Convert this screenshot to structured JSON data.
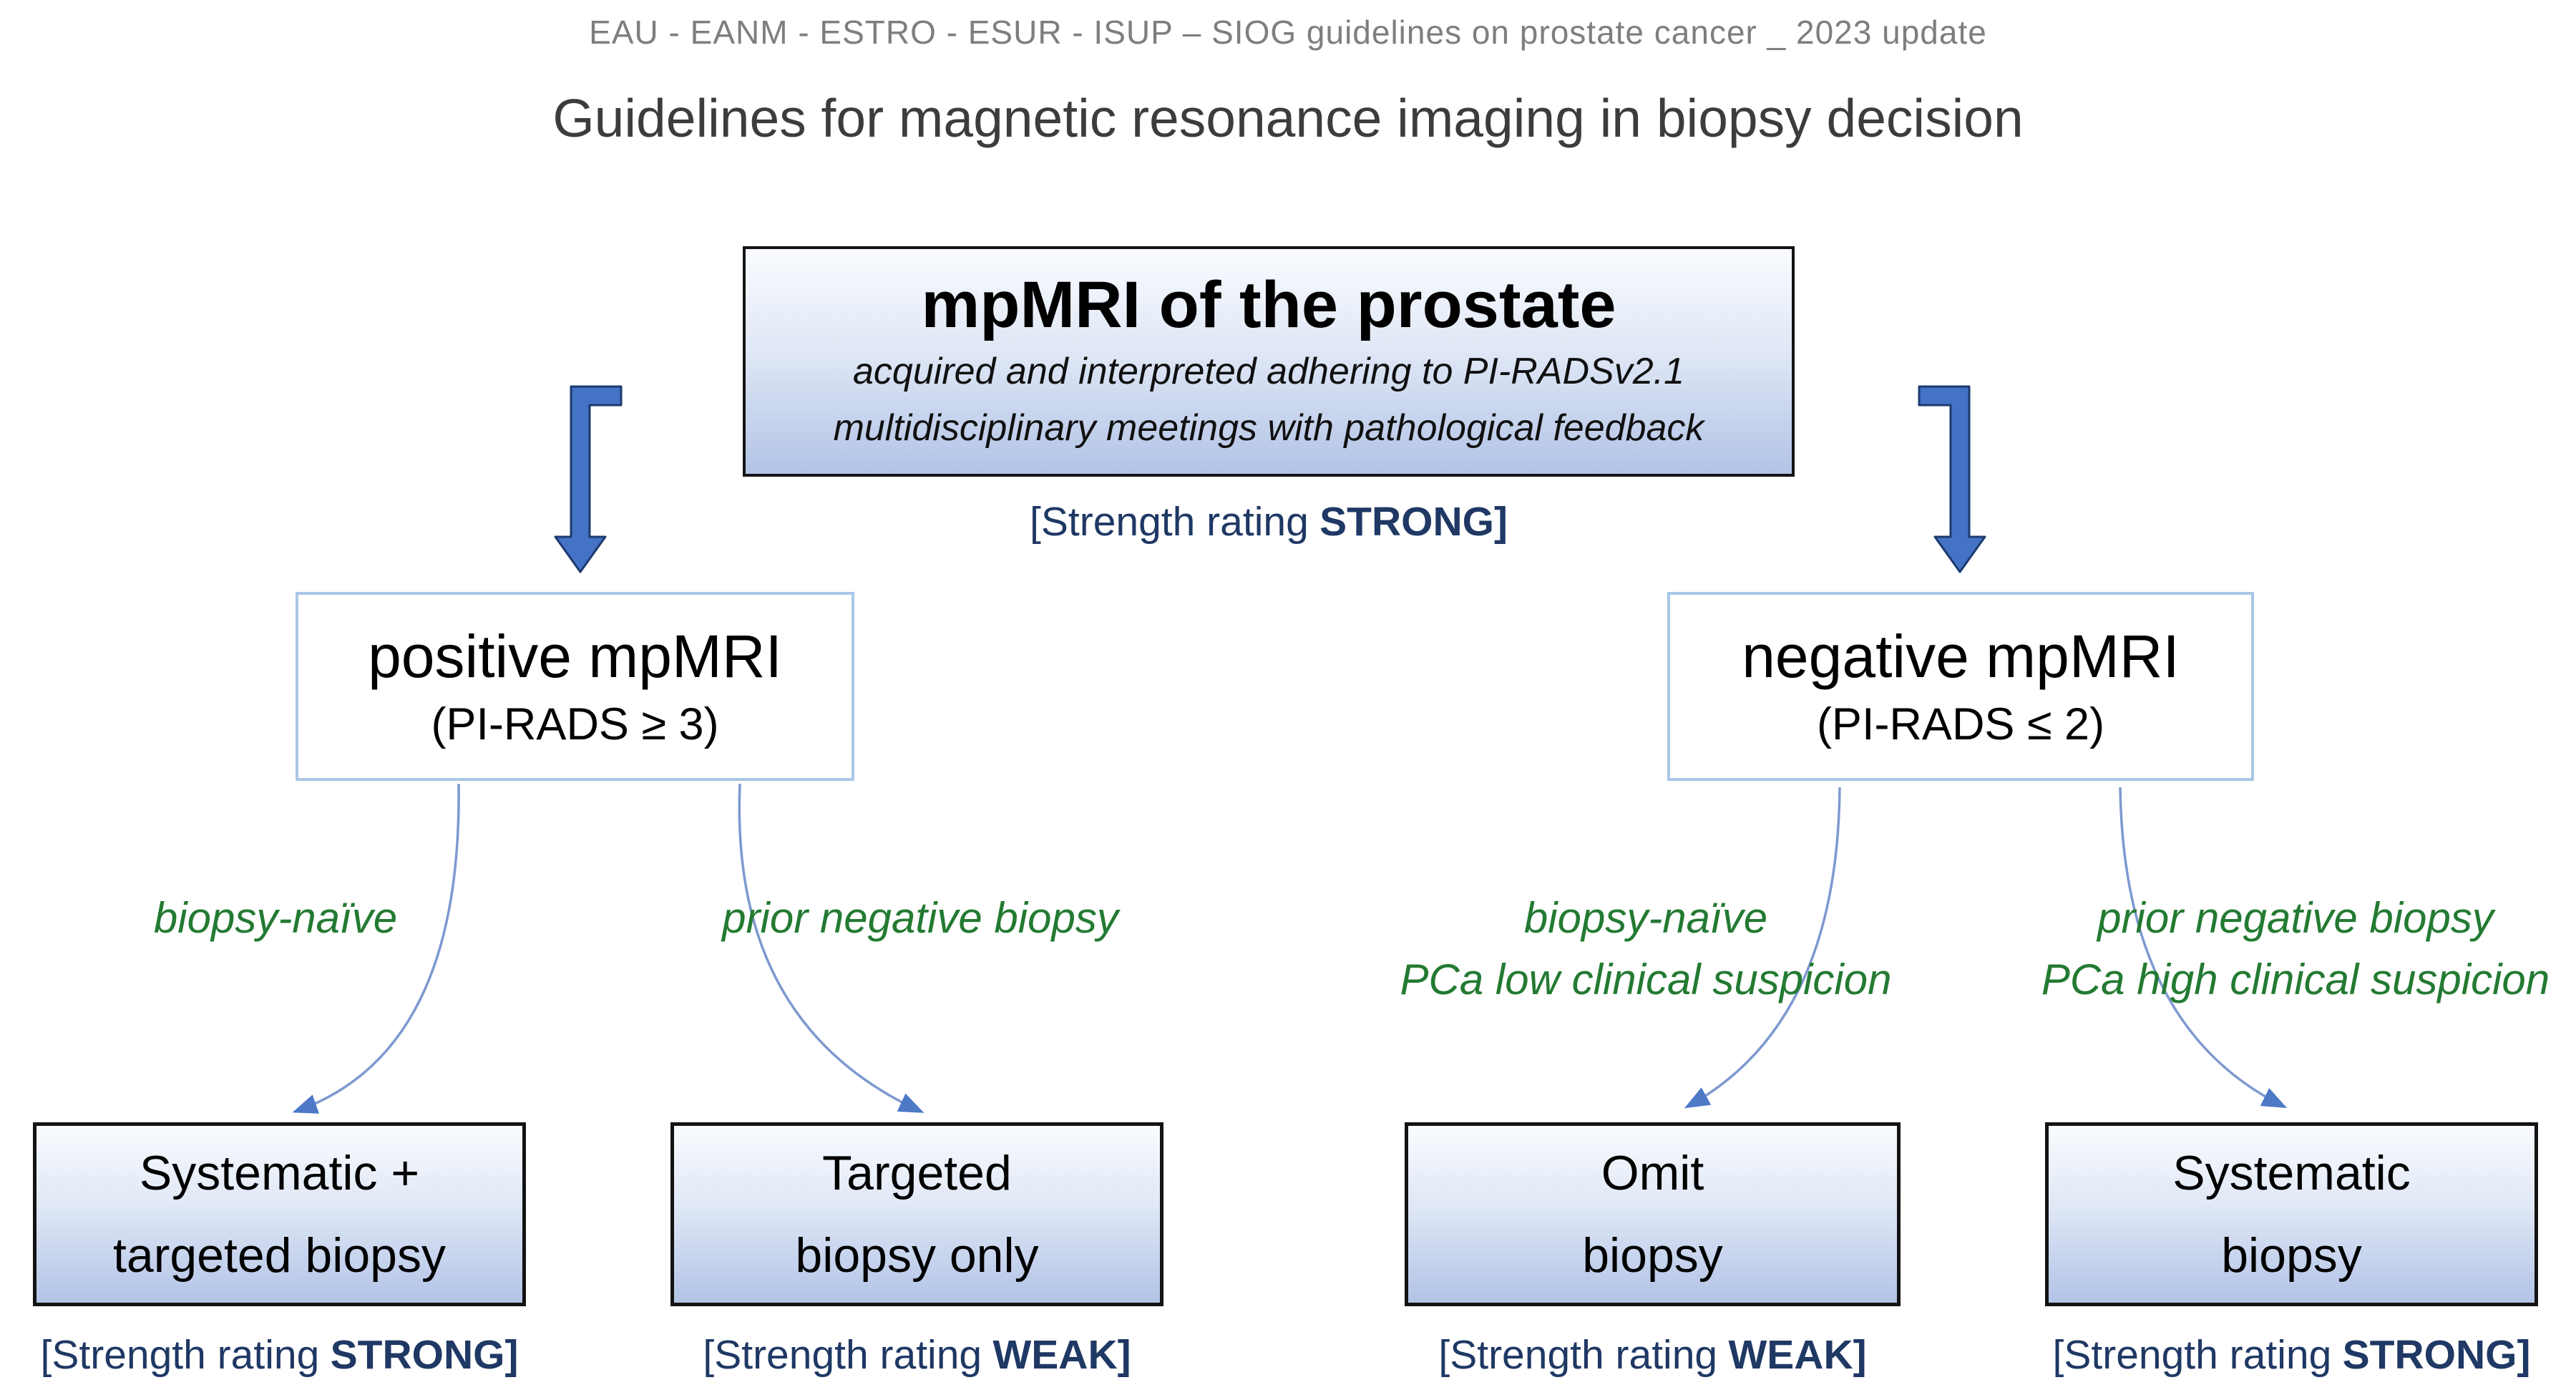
{
  "colors": {
    "accent_blue": "#4472C4",
    "arrow_outline": "#1C3A6E",
    "thin_arrow": "#7E99D0",
    "thin_arrowhead": "#4D79C7",
    "navy_text": "#1F3864",
    "green_text": "#237A32",
    "branch_border": "#A9C7E7",
    "box_gradient_top": "#F9FBFE",
    "box_gradient_bottom": "#B2C3E6"
  },
  "header": {
    "attribution": "EAU - EANM - ESTRO - ESUR - ISUP – SIOG guidelines on prostate cancer _ 2023 update",
    "title": "Guidelines for magnetic resonance imaging in biopsy decision"
  },
  "labels": {
    "strength_prefix": "[Strength rating",
    "bracket_close": "]"
  },
  "root": {
    "title": "mpMRI of the prostate",
    "subtitle_lines": [
      "acquired and interpreted adhering to PI-RADSv2.1",
      "multidisciplinary meetings with pathological feedback"
    ],
    "rating": "STRONG"
  },
  "branches": [
    {
      "title": "positive mpMRI",
      "subtitle": "(PI-RADS ≥ 3)"
    },
    {
      "title": "negative mpMRI",
      "subtitle": "(PI-RADS ≤ 2)"
    }
  ],
  "pathways": [
    {
      "condition_lines": [
        "biopsy-naïve"
      ],
      "outcome_lines": [
        "Systematic +",
        "targeted biopsy"
      ],
      "rating": "STRONG"
    },
    {
      "condition_lines": [
        "prior negative biopsy"
      ],
      "outcome_lines": [
        "Targeted",
        "biopsy only"
      ],
      "rating": "WEAK"
    },
    {
      "condition_lines": [
        "biopsy-naïve",
        "PCa low clinical suspicion"
      ],
      "outcome_lines": [
        "Omit",
        "biopsy"
      ],
      "rating": "WEAK"
    },
    {
      "condition_lines": [
        "prior negative biopsy",
        "PCa high clinical suspicion"
      ],
      "outcome_lines": [
        "Systematic",
        "biopsy"
      ],
      "rating": "STRONG"
    }
  ]
}
